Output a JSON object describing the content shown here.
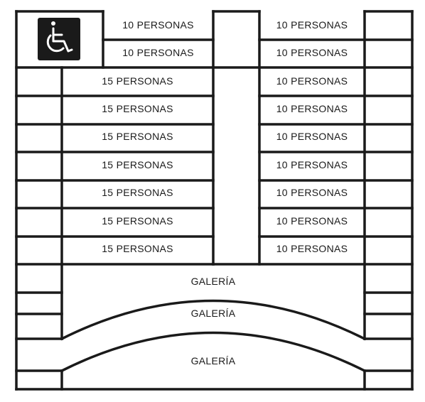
{
  "accessibility_icon": "wheelchair-icon",
  "colors": {
    "line": "#1a1a1a",
    "icon_bg": "#1a1a1a",
    "icon_fg": "#ffffff"
  },
  "left_block": {
    "top_rows": [
      "10 PERSONAS",
      "10 PERSONAS"
    ],
    "rows": [
      "15 PERSONAS",
      "15 PERSONAS",
      "15 PERSONAS",
      "15 PERSONAS",
      "15 PERSONAS",
      "15 PERSONAS",
      "15 PERSONAS"
    ]
  },
  "right_block": {
    "rows": [
      "10 PERSONAS",
      "10 PERSONAS",
      "10 PERSONAS",
      "10 PERSONAS",
      "10 PERSONAS",
      "10 PERSONAS",
      "10 PERSONAS",
      "10 PERSONAS",
      "10 PERSONAS"
    ]
  },
  "gallery": [
    "GALERÍA",
    "GALERÍA",
    "GALERÍA"
  ]
}
